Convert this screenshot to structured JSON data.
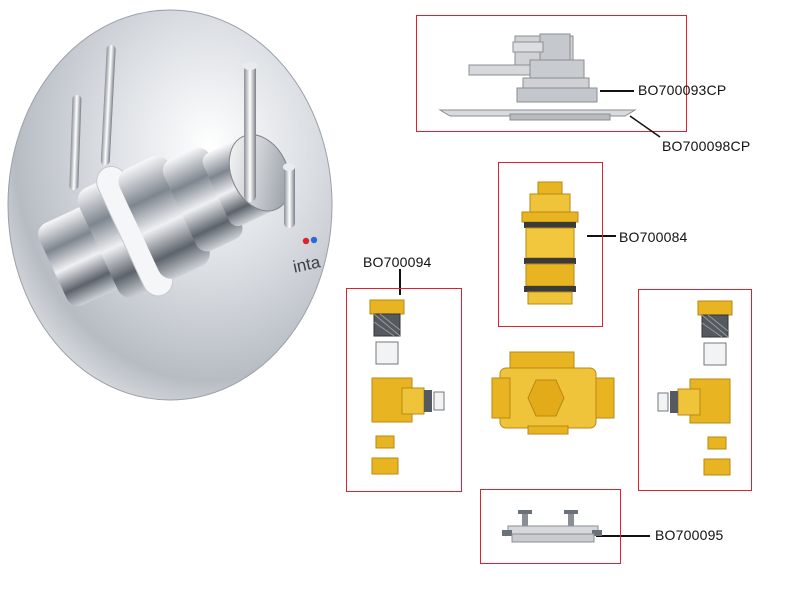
{
  "brand": {
    "logo_text": "inta"
  },
  "colors": {
    "frame": "#d9232e",
    "brass": "#e8b422",
    "brass_dark": "#b98a12",
    "chrome_light": "#f2f4f7",
    "chrome_dark": "#6b7179",
    "hot_dot": "#d9232e",
    "cold_dot": "#2a6bd1"
  },
  "parts": {
    "top_assembly_upper": {
      "code": "BO700093CP"
    },
    "top_assembly_plate": {
      "code": "BO700098CP"
    },
    "cartridge": {
      "code": "BO700084"
    },
    "left_check_valve": {
      "code": "BO700094"
    },
    "bracket": {
      "code": "BO700095"
    }
  }
}
